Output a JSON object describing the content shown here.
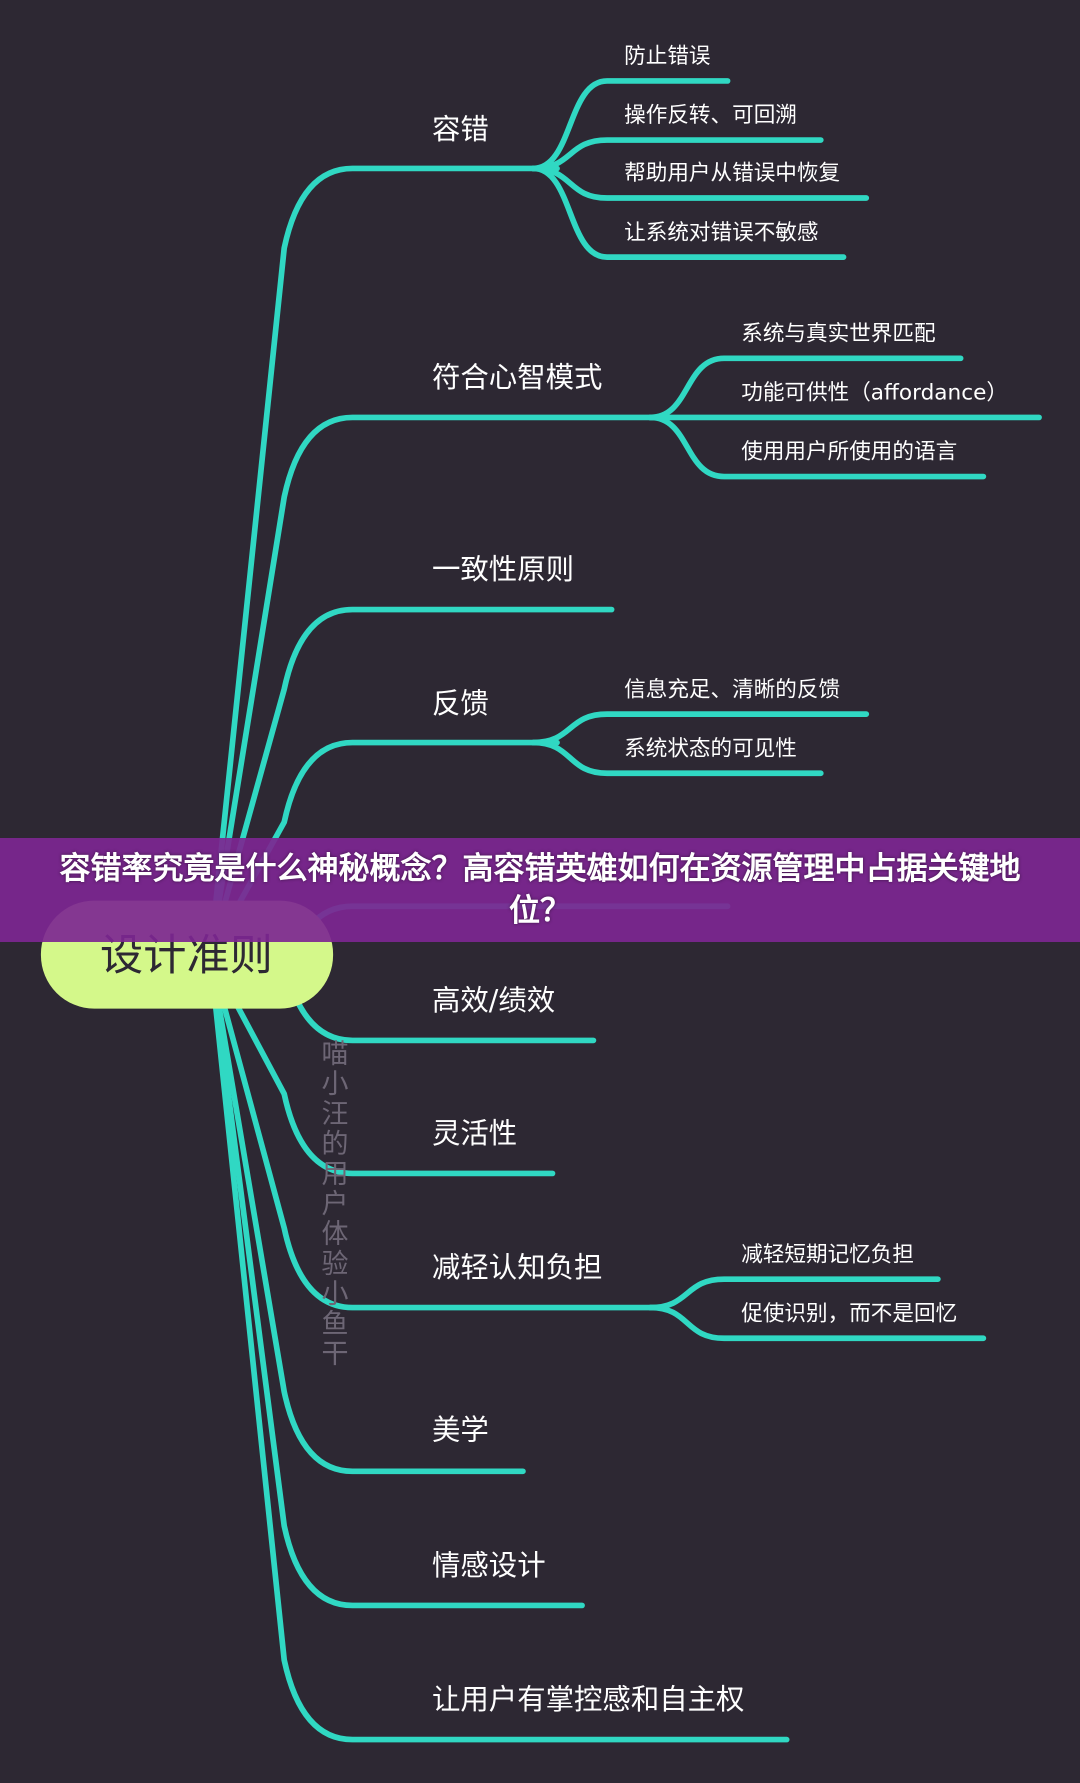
{
  "root": {
    "label": "设计准则"
  },
  "colors": {
    "background": "#2d2833",
    "branch": "#30d8c3",
    "root_fill": "#d4f88a",
    "banner": "#7d2691"
  },
  "branches": [
    {
      "label": "容错",
      "children": [
        "防止错误",
        "操作反转、可回溯",
        "帮助用户从错误中恢复",
        "让系统对错误不敏感"
      ]
    },
    {
      "label": "符合心智模式",
      "children": [
        "系统与真实世界匹配",
        "功能可供性（affordance）",
        "使用用户所使用的语言"
      ]
    },
    {
      "label": "一致性原则",
      "children": []
    },
    {
      "label": "反馈",
      "children": [
        "信息充足、清晰的反馈",
        "系统状态的可见性"
      ]
    },
    {
      "label": "",
      "children": []
    },
    {
      "label": "高效/绩效",
      "children": []
    },
    {
      "label": "灵活性",
      "children": []
    },
    {
      "label": "减轻认知负担",
      "children": [
        "减轻短期记忆负担",
        "促使识别，而不是回忆"
      ]
    },
    {
      "label": "美学",
      "children": []
    },
    {
      "label": "情感设计",
      "children": []
    },
    {
      "label": "让用户有掌控感和自主权",
      "children": []
    }
  ],
  "watermark": "喵小汪的用户体验小鱼干",
  "banner": {
    "title": "容错率究竟是什么神秘概念？高容错英雄如何在资源管理中占据关键地位？"
  }
}
